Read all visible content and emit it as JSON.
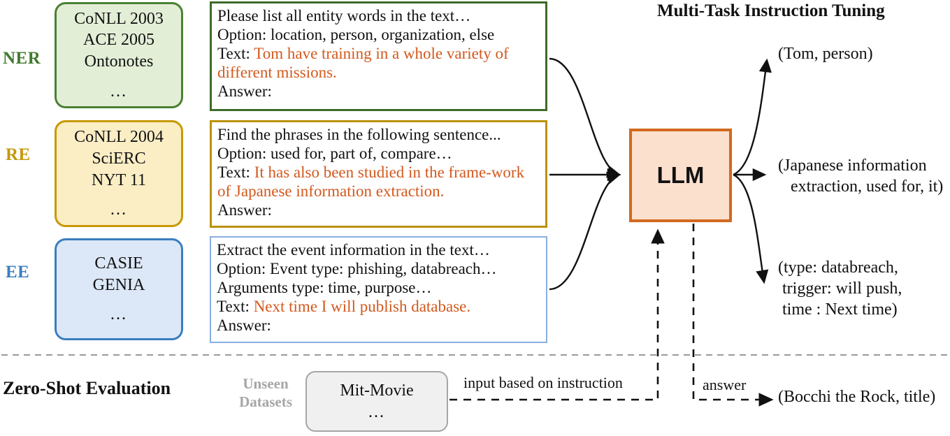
{
  "title": "Multi-Task Instruction Tuning",
  "zero_shot_title": "Zero-Shot Evaluation",
  "colors": {
    "ner": "#4a8132",
    "re": "#c89905",
    "ee": "#3a7ec0",
    "llm_border": "#d2691e",
    "llm_fill": "#fbe0ce",
    "highlight_text": "#d2591e",
    "unseen_gray": "#a6a6a6"
  },
  "tasks": [
    {
      "label": "NER",
      "datasets": [
        "CoNLL 2003",
        "ACE 2005",
        "Ontonotes"
      ],
      "datasets_more": "…",
      "instruction": {
        "line1": "Please list all entity words in the text…",
        "line2": "Option: location, person, organization, else",
        "text_prefix": "Text: ",
        "text_value": "Tom have training in a whole variety of different missions.",
        "answer": "Answer:"
      },
      "output": "(Tom, person)"
    },
    {
      "label": "RE",
      "datasets": [
        "CoNLL 2004",
        "SciERC",
        "NYT 11"
      ],
      "datasets_more": "…",
      "instruction": {
        "line1": "Find the phrases in the following sentence...",
        "line2": "Option: used for, part of, compare…",
        "text_prefix": "Text: ",
        "text_value": "It has also been studied in the frame-work of Japanese information extraction.",
        "answer": "Answer:"
      },
      "output_line1": "(Japanese information",
      "output_line2": "extraction, used for, it)"
    },
    {
      "label": "EE",
      "datasets": [
        "CASIE",
        "GENIA"
      ],
      "datasets_more": "…",
      "instruction": {
        "line1": "Extract the event information in the text…",
        "line2": "Option: Event type: phishing, databreach…",
        "line3": "Arguments type: time, purpose…",
        "text_prefix": "Text: ",
        "text_value": "Next time I will publish database.",
        "answer": "Answer:"
      },
      "output_line1": "(type: databreach,",
      "output_line2": "trigger: will push,",
      "output_line3": "time : Next time)"
    }
  ],
  "llm": {
    "label": "LLM"
  },
  "zero_shot": {
    "unseen_line1": "Unseen",
    "unseen_line2": "Datasets",
    "dataset": "Mit-Movie",
    "dataset_more": "…",
    "input_edge_label": "input based on instruction",
    "answer_edge_label": "answer",
    "output": "(Bocchi the Rock, title)"
  }
}
